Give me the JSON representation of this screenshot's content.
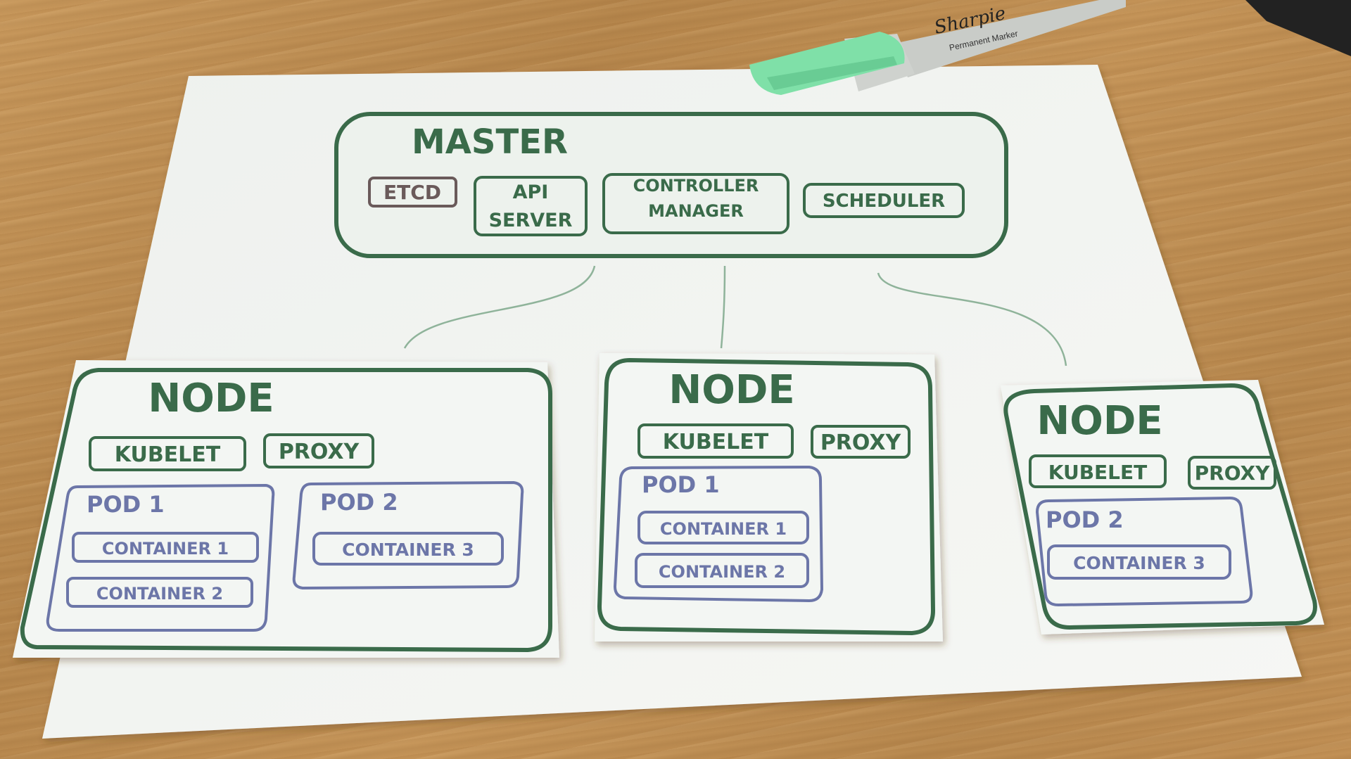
{
  "master": {
    "title": "MASTER",
    "components": [
      "ETCD",
      "API",
      "SERVER",
      "CONTROLLER",
      "MANAGER",
      "SCHEDULER"
    ]
  },
  "nodes": [
    {
      "title": "NODE",
      "kubelet": "KUBELET",
      "proxy": "PROXY",
      "pods": [
        {
          "label": "POD 1",
          "containers": [
            "CONTAINER 1",
            "CONTAINER 2"
          ]
        },
        {
          "label": "POD 2",
          "containers": [
            "CONTAINER 3"
          ]
        }
      ]
    },
    {
      "title": "NODE",
      "kubelet": "KUBELET",
      "proxy": "PROXY",
      "pods": [
        {
          "label": "POD 1",
          "containers": [
            "CONTAINER 1",
            "CONTAINER 2"
          ]
        }
      ]
    },
    {
      "title": "NODE",
      "kubelet": "KUBELET",
      "proxy": "PROXY",
      "pods": [
        {
          "label": "POD 2",
          "containers": [
            "CONTAINER 3"
          ]
        }
      ]
    }
  ],
  "marker": {
    "brand": "Sharpie",
    "caption": "Permanent Marker",
    "cap_color": "#7fe0a8"
  },
  "colors": {
    "green_ink": "#3a6b4a",
    "blue_ink": "#6c76a8",
    "etcd_ink": "#6a5a5a",
    "paper": "#f1f3f0"
  }
}
